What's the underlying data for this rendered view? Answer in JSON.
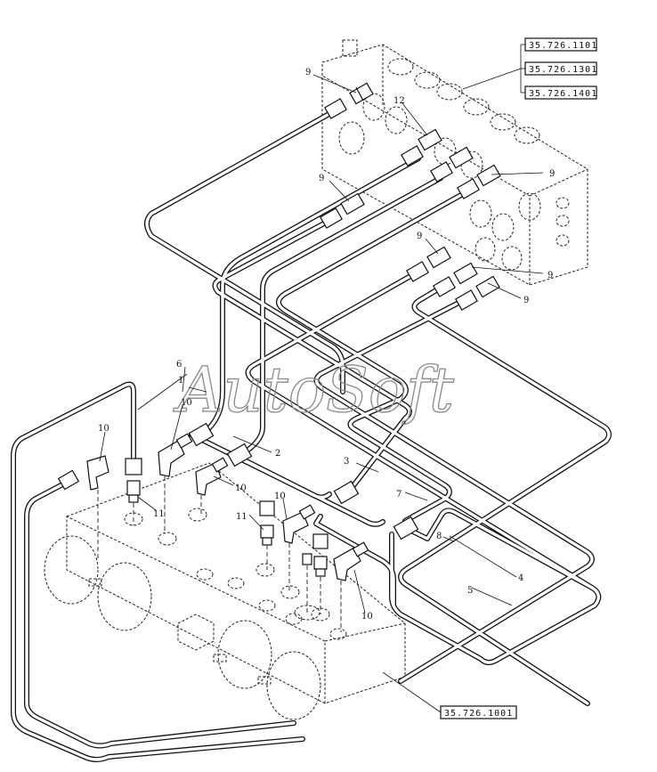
{
  "watermark": "AutoSoft",
  "references": {
    "upper_block_1": "35.726.1101",
    "upper_block_2": "35.726.1301",
    "upper_block_3": "35.726.1401",
    "lower_block": "35.726.1001"
  },
  "part_labels": {
    "pipe_1": "1",
    "pipe_2": "2",
    "pipe_3": "3",
    "pipe_4": "4",
    "pipe_5": "5",
    "pipe_6": "6",
    "pipe_7": "7",
    "pipe_8": "8",
    "fitting_9": "9",
    "elbow_10": "10",
    "adapter_11": "11",
    "fitting_12": "12"
  }
}
